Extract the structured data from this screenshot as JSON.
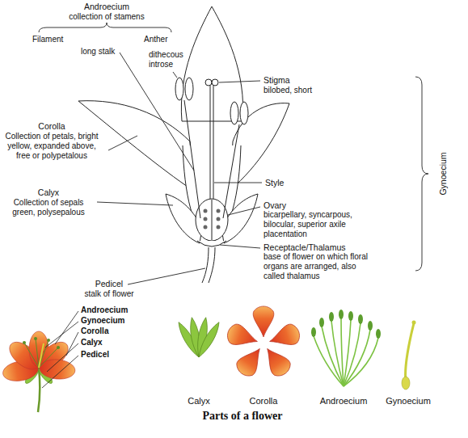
{
  "diagram": {
    "caption": "Parts of a flower",
    "labels": [
      "Androecium",
      "collection of stamens",
      "Filament",
      "Anther",
      "long stalk",
      "dithecous introse",
      "Stigma",
      "bilobed, short",
      "Gynoecium",
      "Corolla",
      "Collection of petals, bright yellow, expanded above, free or polypetalous",
      "Style",
      "Calyx",
      "Collection of sepals green, polysepalous",
      "Ovary",
      "bicarpellary, syncarpous, bilocular, superior axile placentation",
      "Receptacle/Thalamus",
      "base of flower on which floral organs are arranged, also called thalamus",
      "Pedicel",
      "stalk of flower",
      "Androecium",
      "Gynoecium",
      "Corolla",
      "Calyx",
      "Pedicel",
      "Calyx",
      "Corolla",
      "Androecium",
      "Gynoecium"
    ]
  }
}
